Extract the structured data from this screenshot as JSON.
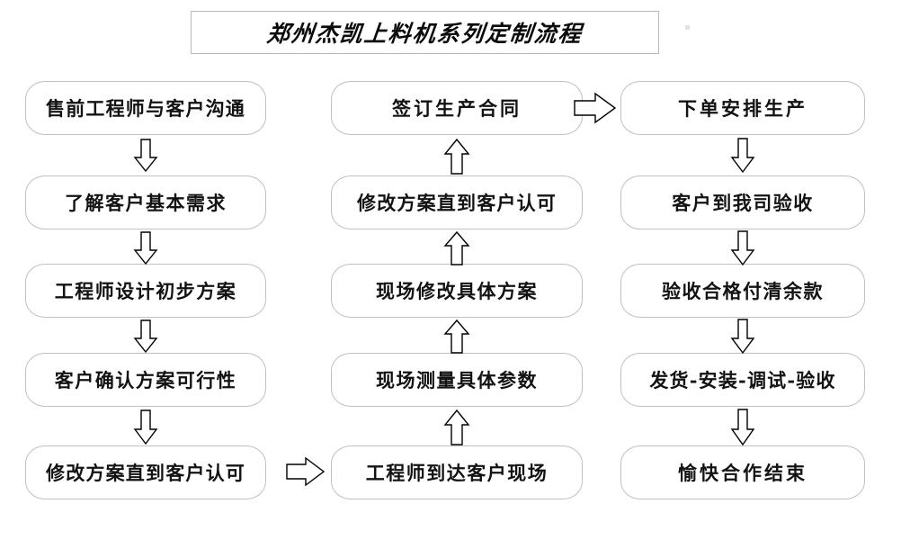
{
  "title": {
    "text": "郑州杰凯上料机系列定制流程"
  },
  "columns": [
    {
      "id": "column-1",
      "direction": "down",
      "nodes": [
        {
          "label": "售前工程师与客户沟通"
        },
        {
          "label": "了解客户基本需求"
        },
        {
          "label": "工程师设计初步方案"
        },
        {
          "label": "客户确认方案可行性"
        },
        {
          "label": "修改方案直到客户认可"
        }
      ]
    },
    {
      "id": "column-2",
      "direction": "up",
      "nodes": [
        {
          "label": "签订生产合同"
        },
        {
          "label": "修改方案直到客户认可"
        },
        {
          "label": "现场修改具体方案"
        },
        {
          "label": "现场测量具体参数"
        },
        {
          "label": "工程师到达客户现场"
        }
      ]
    },
    {
      "id": "column-3",
      "direction": "down",
      "nodes": [
        {
          "label": "下单安排生产"
        },
        {
          "label": "客户到我司验收"
        },
        {
          "label": "验收合格付清余款"
        },
        {
          "label": "发货-安装-调试-验收"
        },
        {
          "label": "愉快合作结束"
        }
      ]
    }
  ],
  "connectors": {
    "column1_down": [
      "arrow-down",
      "arrow-down",
      "arrow-down",
      "arrow-down"
    ],
    "column2_up": [
      "arrow-up",
      "arrow-up",
      "arrow-up",
      "arrow-up"
    ],
    "column3_down": [
      "arrow-down",
      "arrow-down",
      "arrow-down",
      "arrow-down"
    ],
    "bottom_bridge": "arrow-right",
    "top_bridge": "arrow-right"
  },
  "colors": {
    "node_border": "#c0c0c0",
    "text": "#131313",
    "arrow_stroke": "#000000",
    "background": "#ffffff",
    "title_border": "#b9b9b9"
  }
}
